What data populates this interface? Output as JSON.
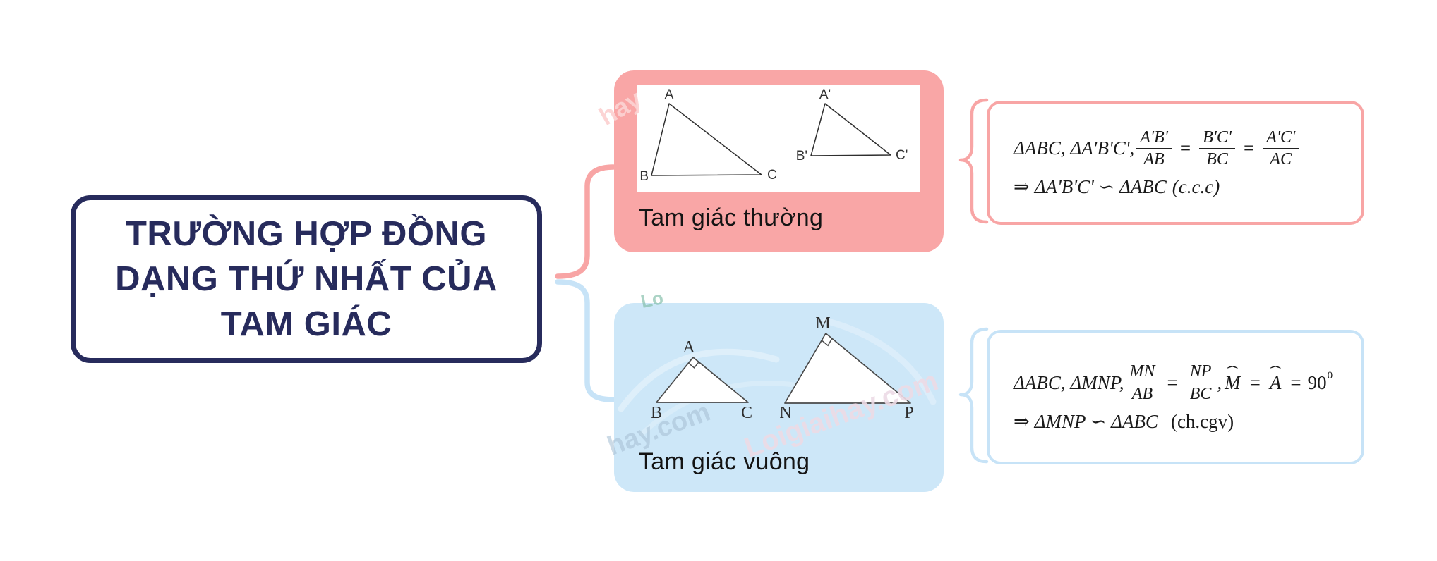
{
  "palette": {
    "navy": "#272b5c",
    "pink_fill": "#f9a6a6",
    "pink_border": "#f8a5a5",
    "blue_fill": "#cde7f8",
    "blue_border": "#c7e3f7",
    "label_black": "#141414"
  },
  "title": {
    "line1": "TRƯỜNG HỢP ĐỒNG",
    "line2": "DẠNG THỨ NHẤT CỦA",
    "line3": "TAM GIÁC"
  },
  "branches": {
    "ordinary": {
      "label": "Tam giác thường"
    },
    "right": {
      "label": "Tam giác vuông"
    }
  },
  "figures": {
    "ordinary": {
      "large": [
        "A",
        "B",
        "C"
      ],
      "small": [
        "A'",
        "B'",
        "C'"
      ]
    },
    "right": {
      "small": [
        "A",
        "B",
        "C"
      ],
      "large": [
        "M",
        "N",
        "P"
      ]
    }
  },
  "formulas": {
    "ordinary": {
      "given": "ΔABC, ΔA'B'C',",
      "frac1": {
        "num": "A'B'",
        "den": "AB"
      },
      "frac2": {
        "num": "B'C'",
        "den": "BC"
      },
      "frac3": {
        "num": "A'C'",
        "den": "AC"
      },
      "eq": "=",
      "arrow": "⇒",
      "conclusion": "ΔA'B'C' ∽ ΔABC",
      "criterion": "(c.c.c)"
    },
    "right": {
      "given": "ΔABC, ΔMNP,",
      "frac1": {
        "num": "MN",
        "den": "AB"
      },
      "frac2": {
        "num": "NP",
        "den": "BC"
      },
      "eq": "=",
      "comma": ",",
      "hat": "ˆ",
      "angle_m": "M",
      "angle_a": "A",
      "deg": "90",
      "deg_sup": "0",
      "arrow": "⇒",
      "conclusion": "ΔMNP ∽ ΔABC",
      "criterion": "(ch.cgv)"
    }
  },
  "watermarks": [
    {
      "text": "hay"
    },
    {
      "text": "Lo"
    },
    {
      "text": "hay.com"
    },
    {
      "text": "Loigiaihay.com"
    }
  ]
}
